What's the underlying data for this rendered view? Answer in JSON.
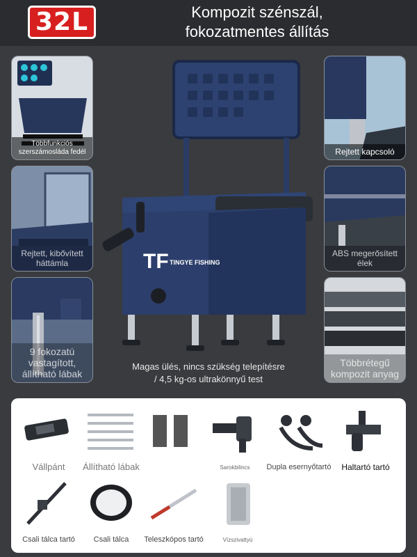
{
  "header": {
    "badge": "32L",
    "title_line1": "Kompozit szénszál,",
    "title_line2": "fokozatmentes állítás"
  },
  "features": {
    "left": [
      {
        "caption": "Többfunkciós szerszámosláda fedél"
      },
      {
        "caption": "Rejtett, kibővített háttámla"
      },
      {
        "caption": "9 fokozatú vastagított, állítható lábak"
      }
    ],
    "right": [
      {
        "caption": "Rejtett kapcsoló"
      },
      {
        "caption": "ABS megerősített élek"
      },
      {
        "caption": "Többrétegű kompozit anyag"
      }
    ]
  },
  "product": {
    "brand": "TINGYE FISHING",
    "subtitle_line1": "Magas ülés, nincs szükség telepítésre",
    "subtitle_line2": "/ 4,5 kg-os ultrakönnyű test"
  },
  "accessories": [
    {
      "label": "Vállpánt",
      "icon": "shoulder-strap-icon"
    },
    {
      "label": "Állítható lábak",
      "icon": "adjustable-legs-icon"
    },
    {
      "label": "",
      "icon": "blurred-item-icon"
    },
    {
      "label": "Sarokbilincs",
      "icon": "corner-clamp-icon"
    },
    {
      "label": "Dupla esernyőtartó",
      "icon": "double-umbrella-holder-icon"
    },
    {
      "label": "Haltartó tartó",
      "icon": "keepnet-holder-icon"
    },
    {
      "label": "Csali tálca tartó",
      "icon": "bait-tray-holder-icon"
    },
    {
      "label": "Csali tálca",
      "icon": "bait-tray-icon"
    },
    {
      "label": "Teleszkópos tartó",
      "icon": "telescopic-arm-icon"
    },
    {
      "label": "Vízszivattyú",
      "icon": "water-pump-icon"
    }
  ]
}
